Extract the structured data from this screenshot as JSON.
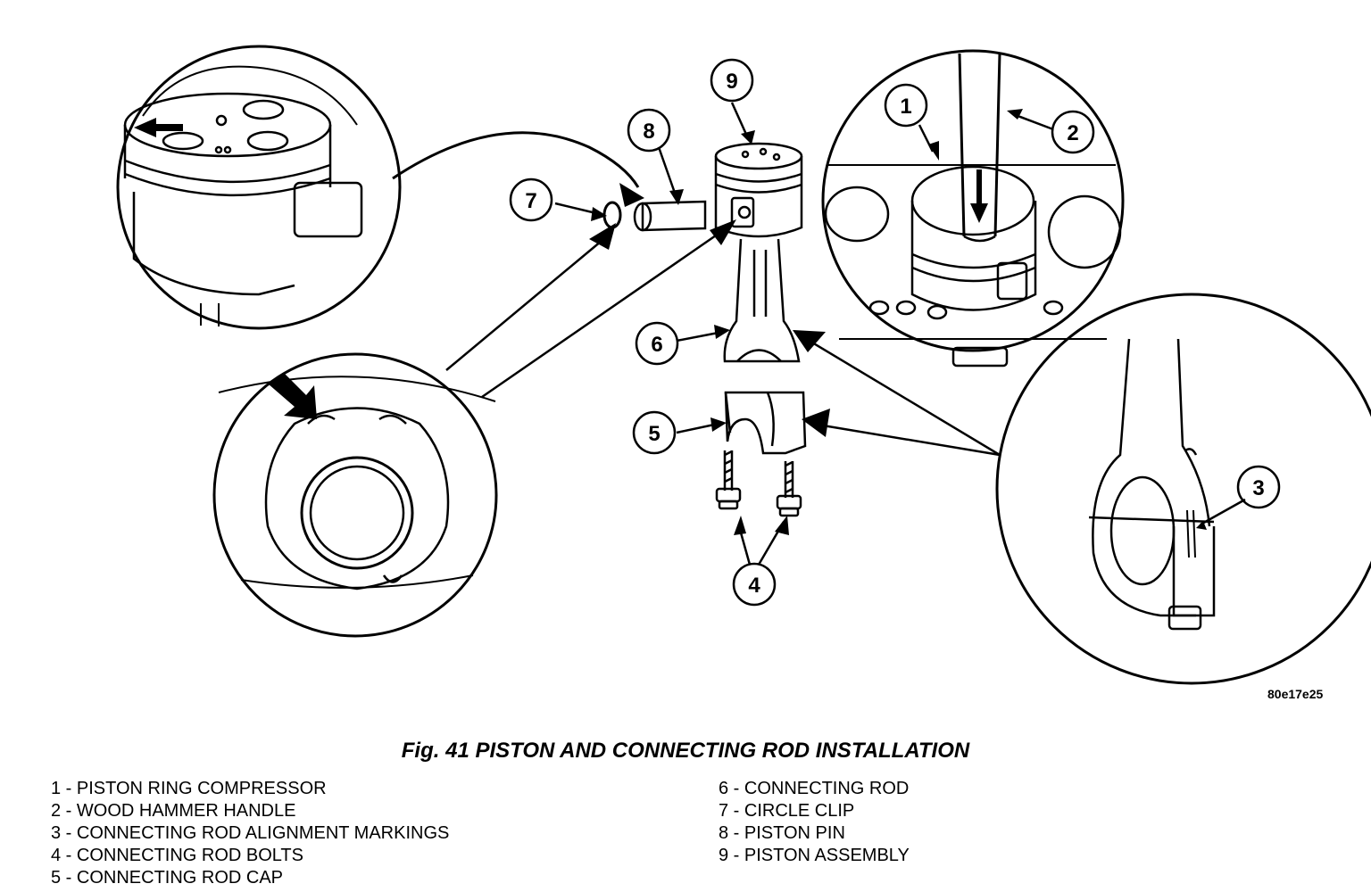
{
  "figure": {
    "code": "80e17e25",
    "caption": "Fig. 41 PISTON AND CONNECTING ROD INSTALLATION"
  },
  "callouts": [
    "1",
    "2",
    "3",
    "4",
    "5",
    "6",
    "7",
    "8",
    "9"
  ],
  "legend": {
    "left": [
      "1 - PISTON RING COMPRESSOR",
      "2 - WOOD HAMMER HANDLE",
      "3 - CONNECTING ROD ALIGNMENT MARKINGS",
      "4 - CONNECTING ROD BOLTS",
      "5 - CONNECTING ROD CAP"
    ],
    "right": [
      "6 - CONNECTING ROD",
      "7 - CIRCLE CLIP",
      "8 - PISTON PIN",
      "9 - PISTON ASSEMBLY"
    ]
  }
}
